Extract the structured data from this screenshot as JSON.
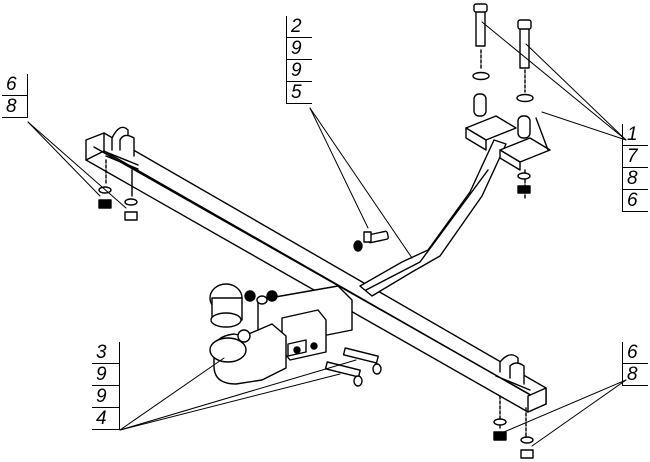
{
  "callouts": {
    "top_center": [
      "2",
      "9",
      "9",
      "5"
    ],
    "top_left": [
      "6",
      "8"
    ],
    "top_right": [
      "1",
      "7",
      "8",
      "6"
    ],
    "bottom_left": [
      "3",
      "9",
      "9",
      "4"
    ],
    "bottom_right": [
      "6",
      "8"
    ]
  }
}
